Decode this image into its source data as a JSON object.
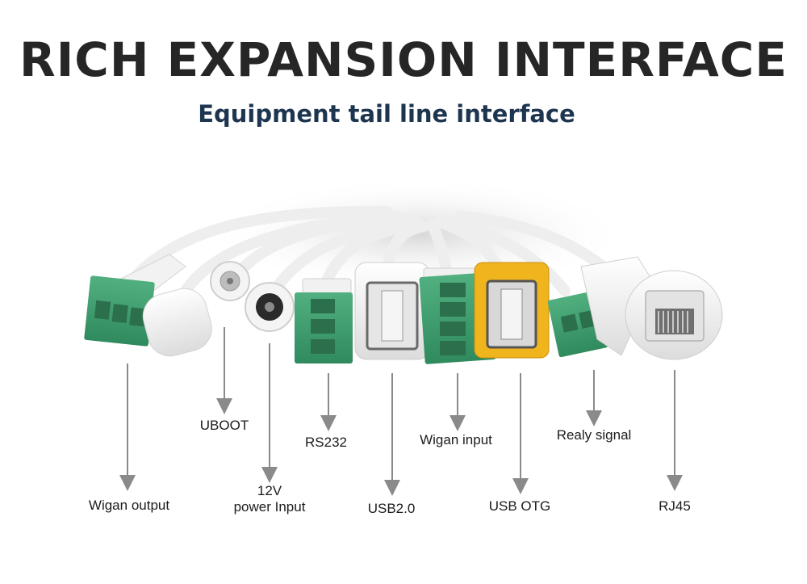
{
  "header": {
    "title": "RICH EXPANSION INTERFACE",
    "subtitle": "Equipment tail line interface"
  },
  "labels": {
    "wigan_output": "Wigan output",
    "uboot": "UBOOT",
    "power_12v_line1": "12V",
    "power_12v_line2": "power Input",
    "rs232": "RS232",
    "usb20": "USB2.0",
    "wigan_input": "Wigan input",
    "usb_otg": "USB OTG",
    "realy_signal": "Realy signal",
    "rj45": "RJ45"
  },
  "colors": {
    "terminal_green": "#3f9c6f",
    "usb_otg_yellow": "#f0b41c",
    "cable_white": "#f6f6f6",
    "arrow_gray": "#8a8a8a"
  }
}
